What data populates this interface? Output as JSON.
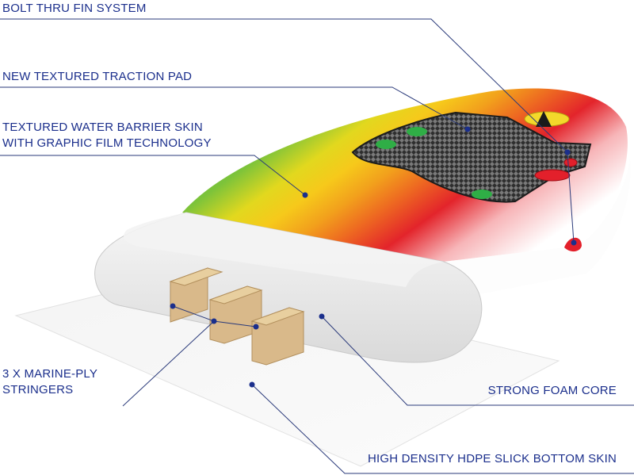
{
  "callouts": {
    "fin_system": "BOLT THRU FIN SYSTEM",
    "traction_pad": "NEW TEXTURED TRACTION PAD",
    "barrier_skin_line1": "TEXTURED WATER BARRIER SKIN",
    "barrier_skin_line2": "WITH GRAPHIC FILM TECHNOLOGY",
    "stringers_line1": "3 X MARINE-PLY",
    "stringers_line2": "STRINGERS",
    "foam_core": "STRONG FOAM CORE",
    "bottom_skin": "HIGH DENSITY HDPE SLICK BOTTOM SKIN"
  },
  "colors": {
    "label": "#1b2f8c",
    "leader": "#2a3a7a",
    "stripe_green": "#2fb34a",
    "stripe_yellow": "#f5d21a",
    "stripe_orange": "#f39a1c",
    "stripe_red": "#e3202b",
    "foam": "#eeeeee",
    "stringer_wood": "#d9b98a",
    "pad": "#3a3a3a"
  }
}
